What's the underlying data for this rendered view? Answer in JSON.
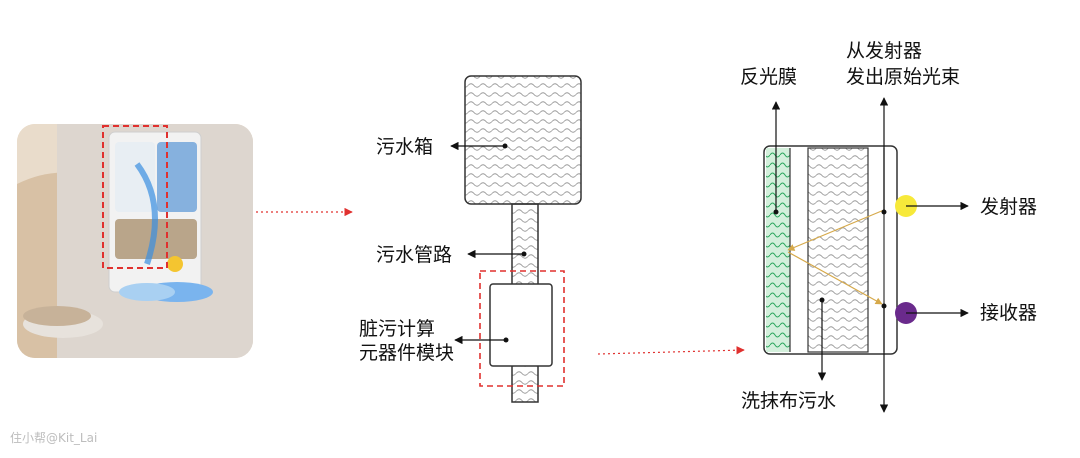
{
  "labels": {
    "dirty_tank": "污水箱",
    "dirty_pipe": "污水管路",
    "calc_line1": "脏污计算",
    "calc_line2": "元器件模块",
    "reflective_film": "反光膜",
    "beam_line1": "从发射器",
    "beam_line2": "发出原始光束",
    "emitter": "发射器",
    "receiver": "接收器",
    "mop_water": "洗抹布污水"
  },
  "watermark": "住小帮@Kit_Lai",
  "colors": {
    "emitter": "#f7e93a",
    "receiver": "#6a2a8c",
    "film": "#3cbf6a",
    "highlight_box": "#e0312f"
  }
}
